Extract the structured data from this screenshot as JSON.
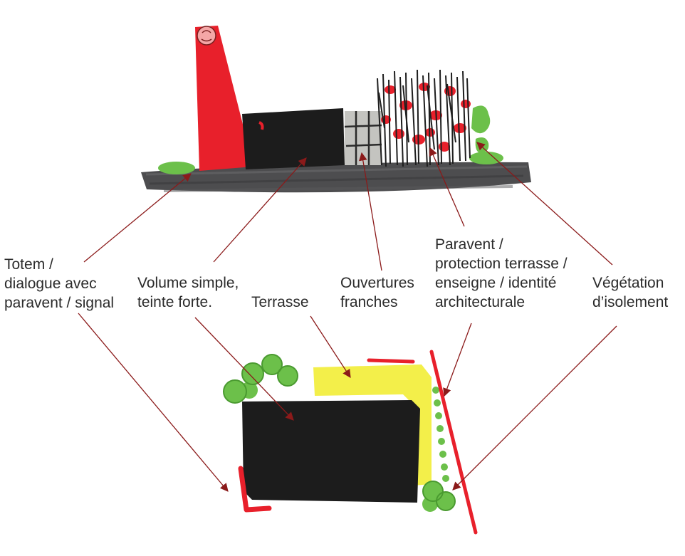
{
  "colors": {
    "red": "#e8202b",
    "black": "#1c1c1c",
    "ground": "#4d4d4f",
    "green": "#6cc04a",
    "yellow": "#f3ef4a",
    "leader": "#8b1a1a",
    "text": "#2b2b2b"
  },
  "labels": {
    "totem": [
      "Totem /",
      "dialogue avec",
      "paravent / signal"
    ],
    "volume": [
      "Volume simple,",
      "teinte forte."
    ],
    "terrasse": [
      "Terrasse"
    ],
    "ouvertures": [
      "Ouvertures",
      "franches"
    ],
    "paravent": [
      "Paravent /",
      "protection terrasse /",
      "enseigne / identité",
      "architecturale"
    ],
    "vegetation": [
      "Végétation",
      "d’isolement"
    ]
  }
}
